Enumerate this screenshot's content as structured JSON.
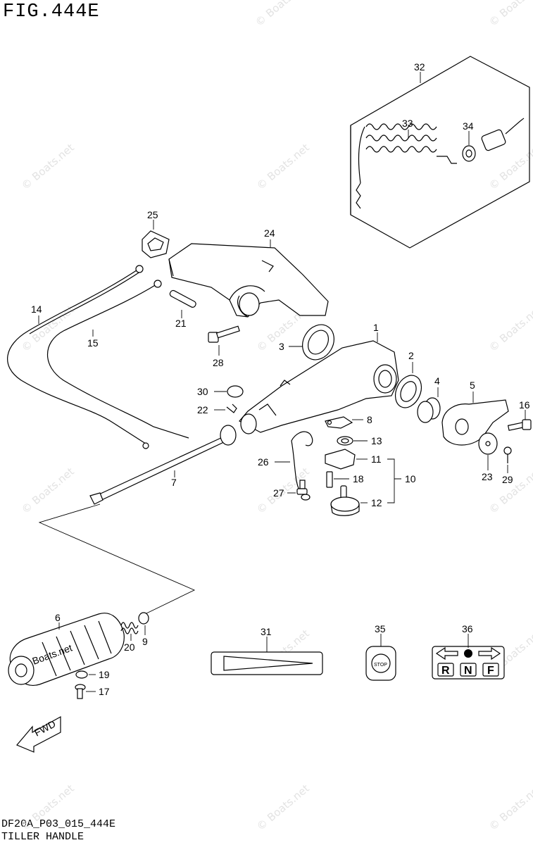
{
  "figure": {
    "title": "FIG.444E",
    "code": "DF20A_P03_015_444E",
    "name": "TILLER HANDLE"
  },
  "watermark": "© Boats.net",
  "labels": {
    "p1": "1",
    "p2": "2",
    "p3": "3",
    "p4": "4",
    "p5": "5",
    "p6": "6",
    "p7": "7",
    "p8": "8",
    "p9": "9",
    "p10": "10",
    "p11": "11",
    "p12": "12",
    "p13": "13",
    "p14": "14",
    "p15": "15",
    "p16": "16",
    "p17": "17",
    "p18": "18",
    "p19": "19",
    "p20": "20",
    "p21": "21",
    "p22": "22",
    "p23": "23",
    "p24": "24",
    "p25": "25",
    "p26": "26",
    "p27": "27",
    "p28": "28",
    "p29": "29",
    "p30": "30",
    "p31": "31",
    "p32": "32",
    "p33": "33",
    "p34": "34",
    "p35": "35",
    "p36": "36"
  },
  "decals": {
    "stop": "STOP",
    "gear_r": "R",
    "gear_n": "N",
    "gear_f": "F",
    "fwd": "FWD",
    "grip_text": "Boats.net"
  }
}
